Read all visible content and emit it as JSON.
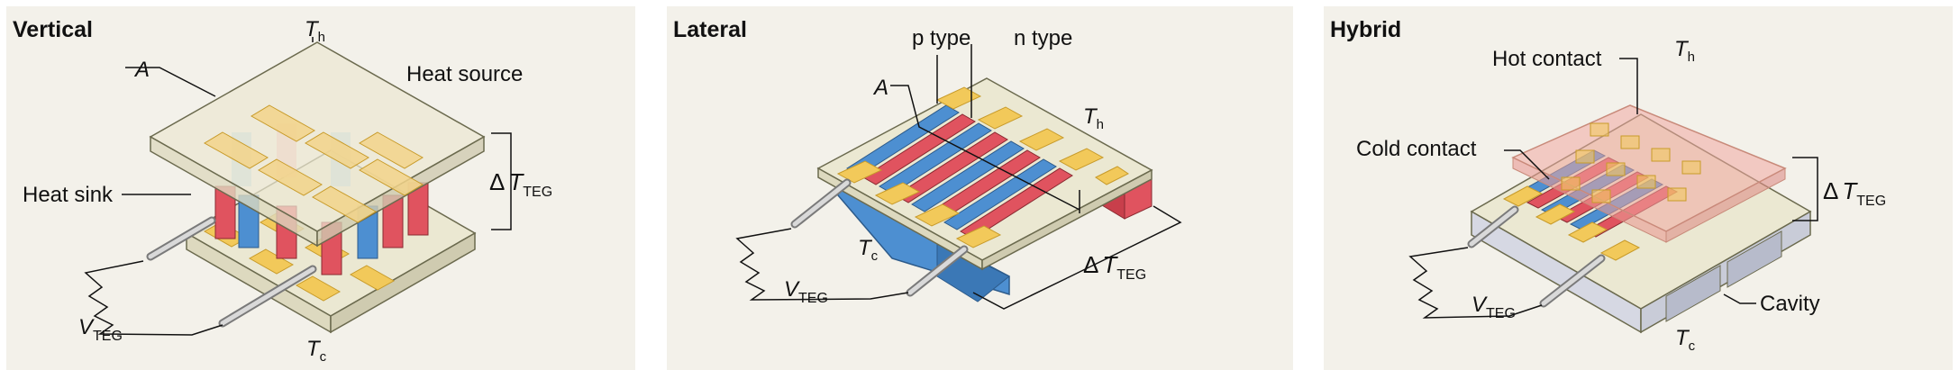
{
  "panels": {
    "vertical": {
      "title": "Vertical",
      "labels": {
        "area": "A",
        "t_hot": "T",
        "t_hot_sub": "h",
        "heat_source": "Heat source",
        "heat_sink": "Heat sink",
        "delta": "Δ",
        "delta_t": "T",
        "delta_sub": "TEG",
        "voltage": "V",
        "voltage_sub": "TEG",
        "t_cold": "T",
        "t_cold_sub": "c"
      }
    },
    "lateral": {
      "title": "Lateral",
      "labels": {
        "p_type": "p type",
        "n_type": "n type",
        "area": "A",
        "t_hot": "T",
        "t_hot_sub": "h",
        "t_cold": "T",
        "t_cold_sub": "c",
        "voltage": "V",
        "voltage_sub": "TEG",
        "delta": "Δ",
        "delta_t": "T",
        "delta_sub": "TEG"
      }
    },
    "hybrid": {
      "title": "Hybrid",
      "labels": {
        "hot_contact": "Hot contact",
        "t_hot": "T",
        "t_hot_sub": "h",
        "cold_contact": "Cold contact",
        "delta": "Δ",
        "delta_t": "T",
        "delta_sub": "TEG",
        "voltage": "V",
        "voltage_sub": "TEG",
        "cavity": "Cavity",
        "t_cold": "T",
        "t_cold_sub": "c"
      }
    }
  },
  "colors": {
    "panel_bg": "#f3f1ea",
    "substrate_top": "#ebe8d2",
    "substrate_side": "#d9d5ba",
    "contact_gold": "#f2c95a",
    "contact_gold_dark": "#d9a533",
    "p_type_blue": "#4d8fd1",
    "n_type_red": "#e0535f",
    "hot_plate_pink": "#f0a7a0",
    "cavity_gray": "#c9ccd8",
    "wire_gray": "#b5b5b5"
  }
}
